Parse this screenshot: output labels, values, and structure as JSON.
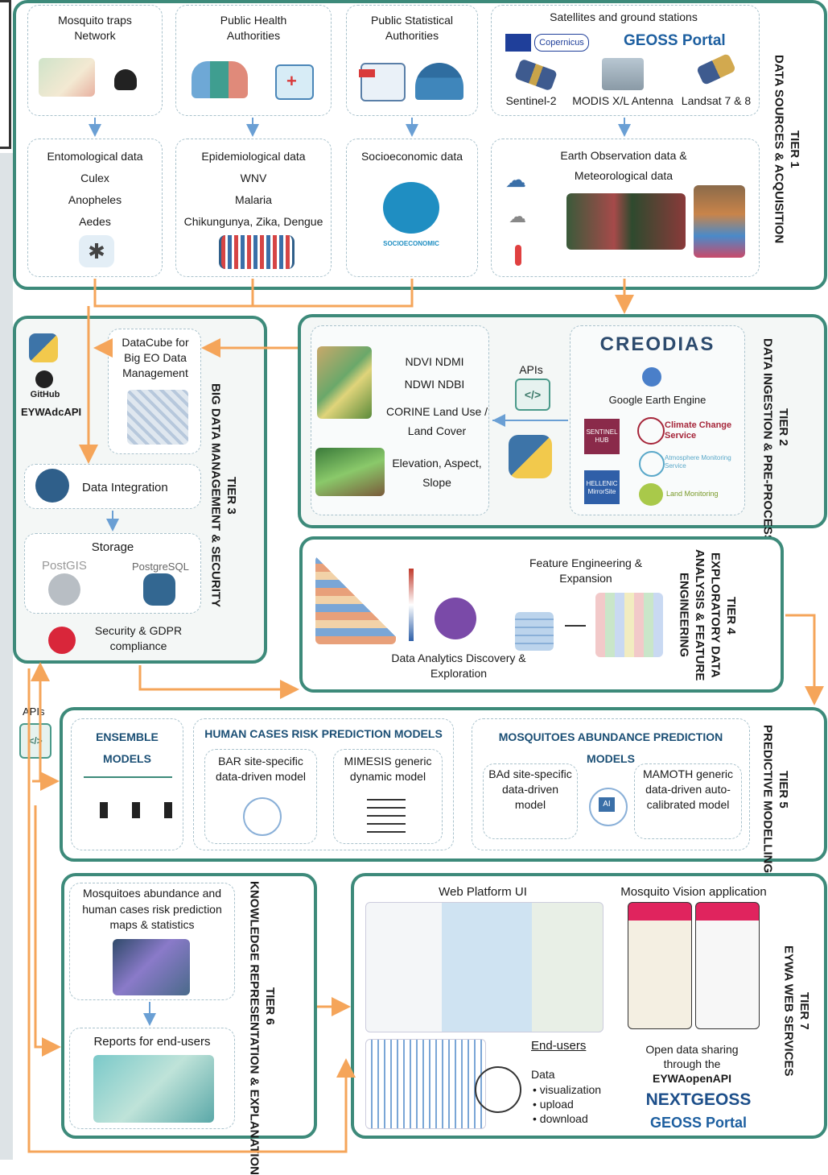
{
  "tier1": {
    "label": "TIER 1",
    "title": "DATA SOURCES & ACQUISITION",
    "traps": "Mosquito traps Network",
    "pha": "Public Health Authorities",
    "psa": "Public Statistical Authorities",
    "sat_title": "Satellites and ground stations",
    "copernicus": "Copernicus",
    "geoss": "GEOSS Portal",
    "sentinel": "Sentinel-2",
    "modis": "MODIS X/L Antenna",
    "landsat": "Landsat 7 & 8",
    "ento_title": "Entomological data",
    "ento_items": [
      "Culex",
      "Anopheles",
      "Aedes"
    ],
    "epi_title": "Epidemiological data",
    "epi_items": [
      "WNV",
      "Malaria",
      "Chikungunya, Zika, Dengue"
    ],
    "socio_title": "Socioeconomic data",
    "socio_icon_text": "SOCIOECONOMIC",
    "eo_title": "Earth Observation data & Meteorological data"
  },
  "tier2": {
    "label": "TIER 2",
    "title": "DATA INGESTION & PRE-PROCESSING",
    "indices1": "NDVI  NDMI",
    "indices2": "NDWI  NDBI",
    "corine": "CORINE Land Use / Land Cover",
    "elevation": "Elevation, Aspect, Slope",
    "apis": "APIs",
    "creodias": "CREODIAS",
    "gee": "Google Earth Engine",
    "sentinel_hub": "SENTINEL HUB",
    "climate": "Climate Change Service",
    "atmosphere": "Atmosphere Monitoring Service",
    "hellenic": "HELLENIC MirrorSite",
    "land": "Land Monitoring"
  },
  "tier3": {
    "label": "TIER 3",
    "title": "BIG DATA MANAGEMENT & SECURITY",
    "github": "GitHub",
    "eywadc": "EYWAdcAPI",
    "datacube": "DataCube for Big EO Data Management",
    "integration": "Data Integration",
    "storage": "Storage",
    "postgis": "PostGIS",
    "postgresql": "PostgreSQL",
    "security": "Security & GDPR compliance"
  },
  "tier4": {
    "label": "TIER 4",
    "title": "EXPLORATORY DATA ANALYSIS & FEATURE ENGINEERING",
    "fe": "Feature Engineering & Expansion",
    "analytics": "Data Analytics Discovery & Exploration"
  },
  "tier5": {
    "label": "TIER 5",
    "title": "PREDICTIVE MODELLING",
    "ensemble": "ENSEMBLE MODELS",
    "human_title": "HUMAN CASES RISK PREDICTION MODELS",
    "bar": "BAR site-specific data-driven model",
    "mimesis": "MIMESIS generic dynamic model",
    "mosq_title": "MOSQUITOES ABUNDANCE PREDICTION MODELS",
    "bad": "BAd site-specific data-driven model",
    "mamoth": "MAMOTH generic data-driven auto-calibrated model",
    "ai": "AI"
  },
  "tier6": {
    "label": "TIER 6",
    "title": "KNOWLEDGE REPRESENTATION & EXPLANATION",
    "maps": "Mosquitoes abundance and human cases risk prediction maps & statistics",
    "reports": "Reports for end-users"
  },
  "tier7": {
    "label": "TIER 7",
    "title": "EYWA WEB SERVICES",
    "webui": "Web Platform UI",
    "vision": "Mosquito Vision application",
    "endusers": "End-users",
    "data": "Data",
    "bullets": [
      "visualization",
      "upload",
      "download"
    ],
    "open1": "Open data sharing",
    "open2": "through the",
    "open3": "EYWAopenAPI",
    "nextgeoss": "NEXTGEOSS",
    "geoss": "GEOSS Portal"
  },
  "side_apis": "APIs",
  "colors": {
    "tier_border": "#3d8a7a",
    "arrow_orange": "#f5a55a",
    "arrow_blue": "#6a9fd4",
    "dash": "#a9c2cc",
    "heading": "#1b4f75"
  }
}
